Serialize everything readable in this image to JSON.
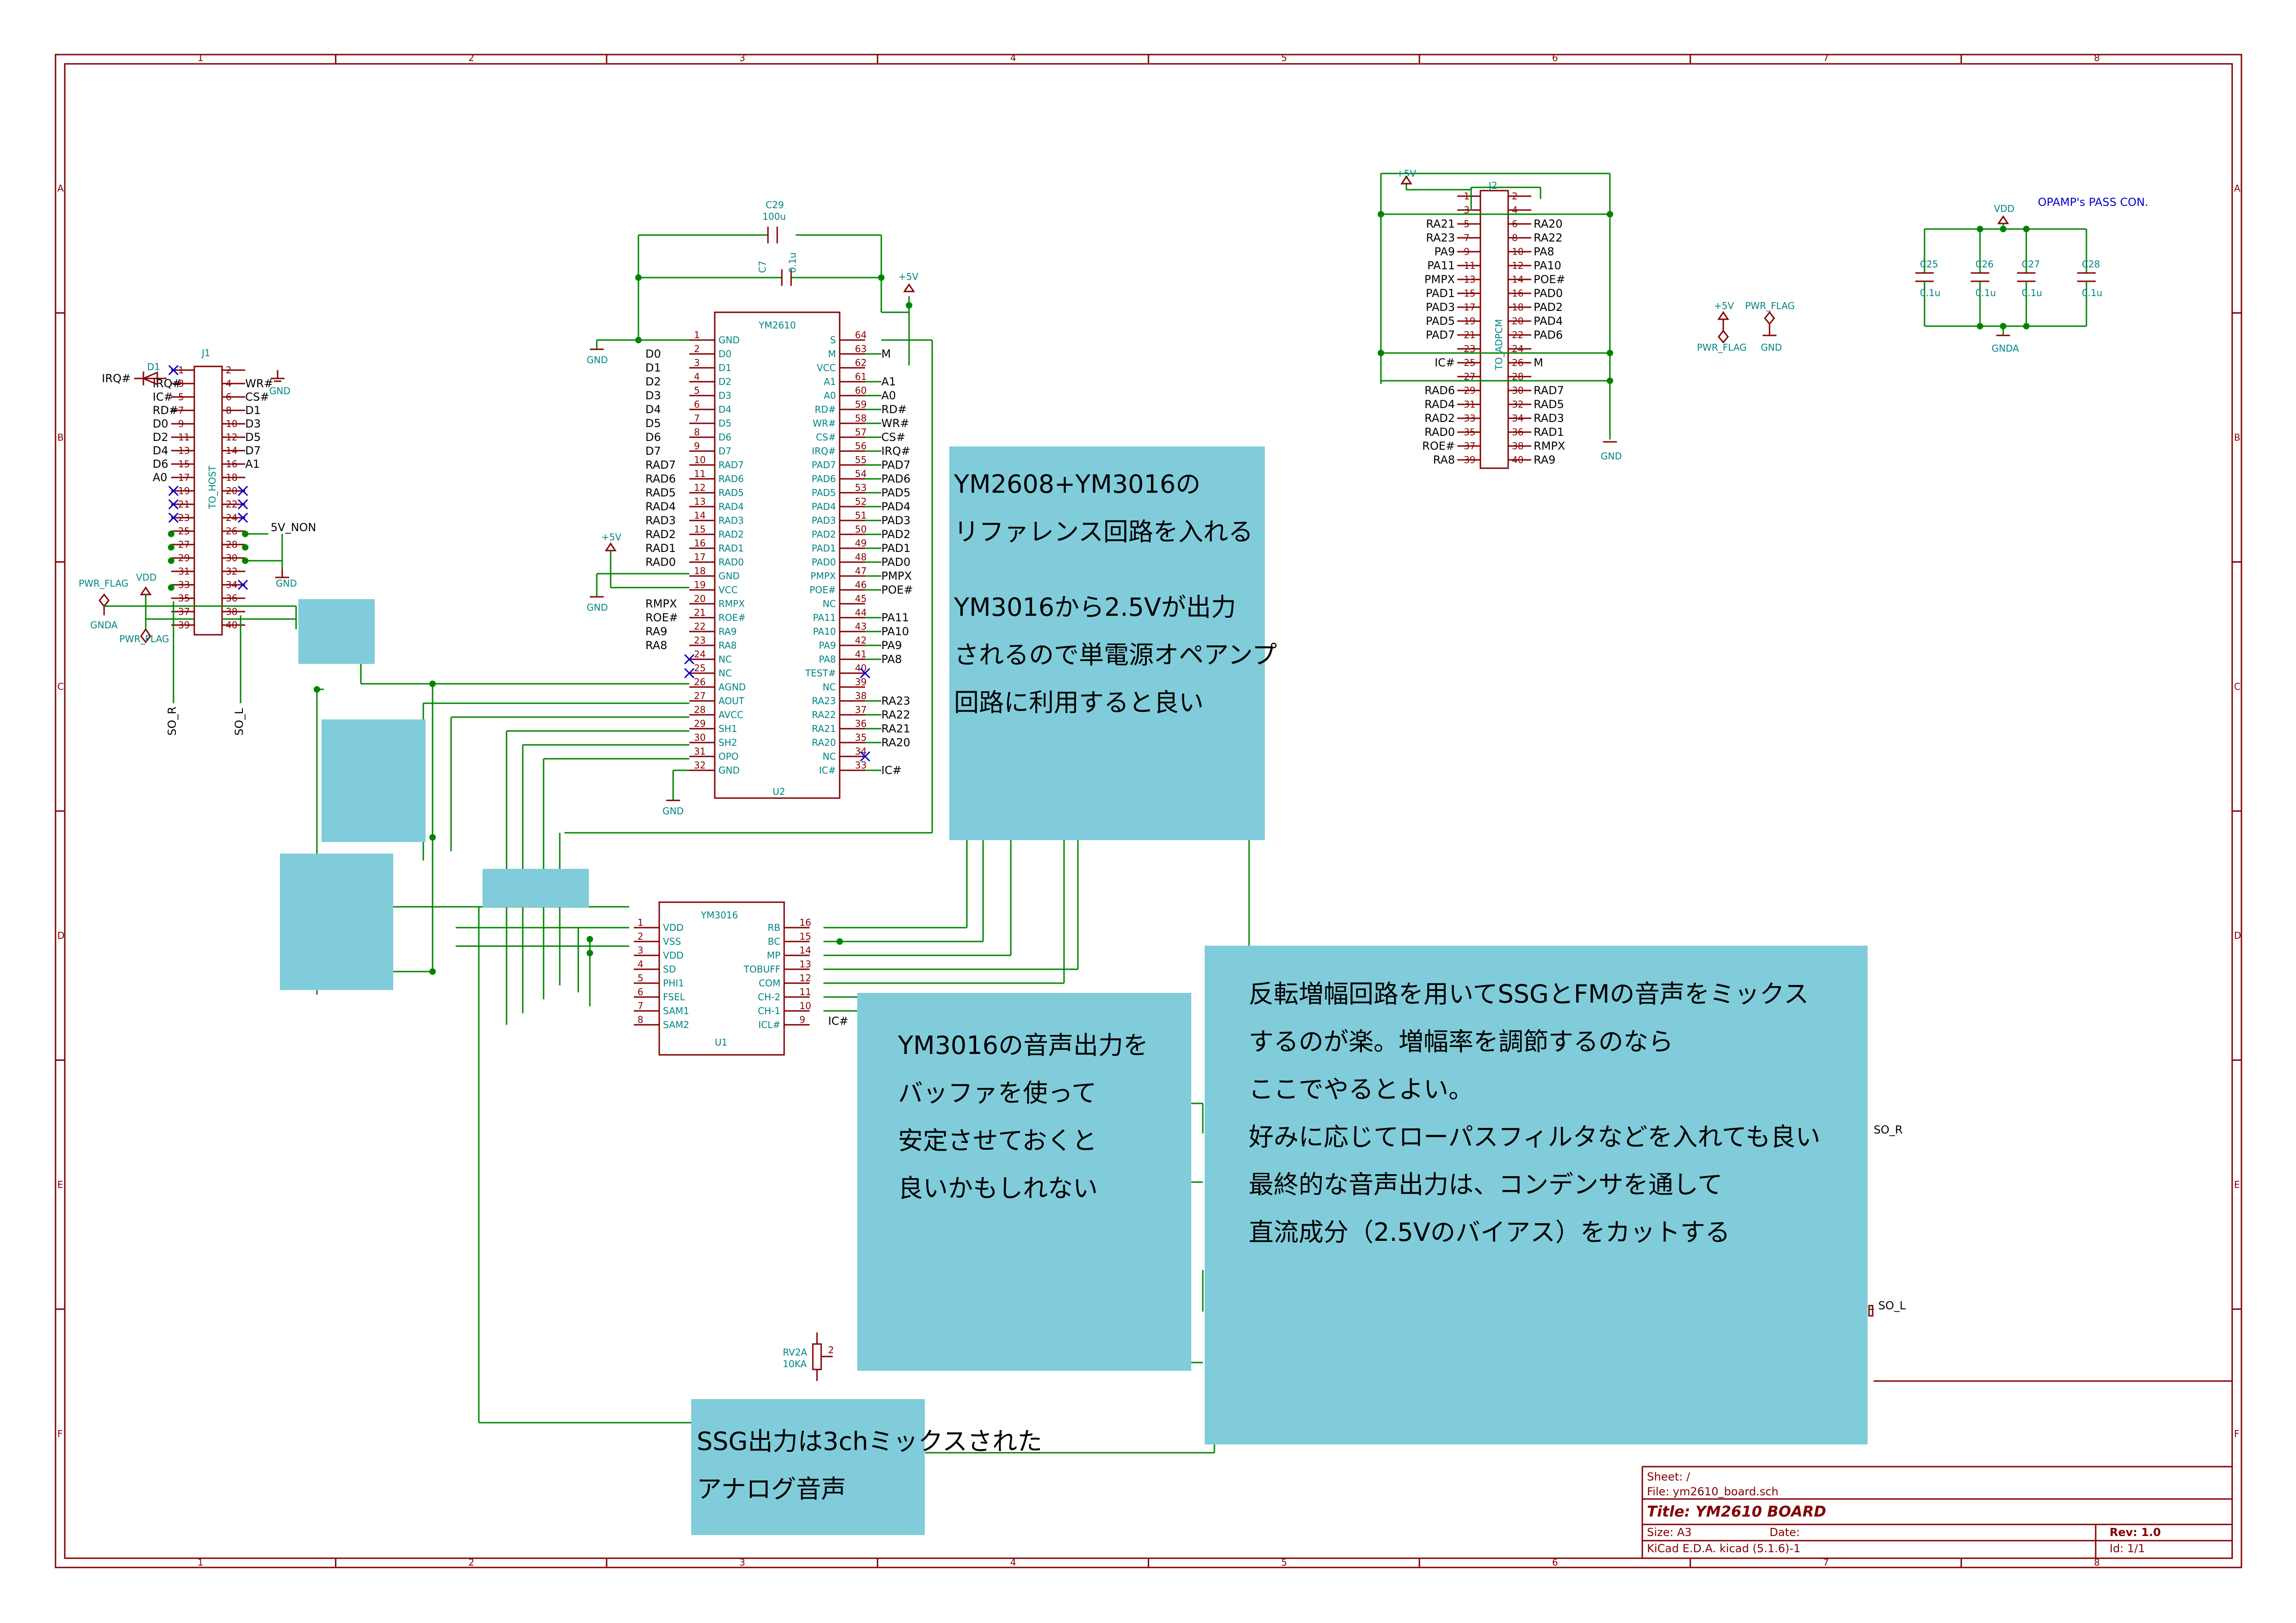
{
  "sheet": {
    "title": "Title: YM2610 BOARD",
    "sheet_name": "Sheet: /",
    "file": "File: ym2610_board.sch",
    "size": "Size: A3",
    "date": "Date:",
    "rev": "Rev: 1.0",
    "app": "KiCad E.D.A.  kicad (5.1.6)-1",
    "id": "Id: 1/1"
  },
  "zones": {
    "columns": [
      "1",
      "2",
      "3",
      "4",
      "5",
      "6",
      "7",
      "8"
    ],
    "rows": [
      "A",
      "B",
      "C",
      "D",
      "E",
      "F"
    ]
  },
  "notes": {
    "ref_circuit": [
      "YM2608+YM3016の",
      "リファレンス回路を入れる",
      "",
      "YM3016から2.5Vが出力",
      "されるので単電源オペアンプ",
      "回路に利用すると良い"
    ],
    "buffer": [
      "YM3016の音声出力を",
      "バッファを使って",
      "安定させておくと",
      "良いかもしれない"
    ],
    "mix": [
      "反転増幅回路を用いてSSGとFMの音声をミックス",
      "するのが楽。増幅率を調節するのなら",
      "ここでやるとよい。",
      "好みに応じてローパスフィルタなどを入れても良い",
      "最終的な音声出力は、コンデンサを通して",
      "直流成分（2.5Vのバイアス）をカットする"
    ],
    "ssg": [
      "SSG出力は3chミックスされた",
      "アナログ音声"
    ]
  },
  "u2": {
    "ref": "U2",
    "value": "YM2610",
    "left_pins": [
      {
        "num": "1",
        "name": "GND",
        "net": ""
      },
      {
        "num": "2",
        "name": "D0",
        "net": "D0"
      },
      {
        "num": "3",
        "name": "D1",
        "net": "D1"
      },
      {
        "num": "4",
        "name": "D2",
        "net": "D2"
      },
      {
        "num": "5",
        "name": "D3",
        "net": "D3"
      },
      {
        "num": "6",
        "name": "D4",
        "net": "D4"
      },
      {
        "num": "7",
        "name": "D5",
        "net": "D5"
      },
      {
        "num": "8",
        "name": "D6",
        "net": "D6"
      },
      {
        "num": "9",
        "name": "D7",
        "net": "D7"
      },
      {
        "num": "10",
        "name": "RAD7",
        "net": "RAD7"
      },
      {
        "num": "11",
        "name": "RAD6",
        "net": "RAD6"
      },
      {
        "num": "12",
        "name": "RAD5",
        "net": "RAD5"
      },
      {
        "num": "13",
        "name": "RAD4",
        "net": "RAD4"
      },
      {
        "num": "14",
        "name": "RAD3",
        "net": "RAD3"
      },
      {
        "num": "15",
        "name": "RAD2",
        "net": "RAD2"
      },
      {
        "num": "16",
        "name": "RAD1",
        "net": "RAD1"
      },
      {
        "num": "17",
        "name": "RAD0",
        "net": "RAD0"
      },
      {
        "num": "18",
        "name": "GND",
        "net": ""
      },
      {
        "num": "19",
        "name": "VCC",
        "net": ""
      },
      {
        "num": "20",
        "name": "RMPX",
        "net": "RMPX"
      },
      {
        "num": "21",
        "name": "ROE#",
        "net": "ROE#"
      },
      {
        "num": "22",
        "name": "RA9",
        "net": "RA9"
      },
      {
        "num": "23",
        "name": "RA8",
        "net": "RA8"
      },
      {
        "num": "24",
        "name": "NC",
        "net": ""
      },
      {
        "num": "25",
        "name": "NC",
        "net": ""
      },
      {
        "num": "26",
        "name": "AGND",
        "net": ""
      },
      {
        "num": "27",
        "name": "AOUT",
        "net": ""
      },
      {
        "num": "28",
        "name": "AVCC",
        "net": ""
      },
      {
        "num": "29",
        "name": "SH1",
        "net": ""
      },
      {
        "num": "30",
        "name": "SH2",
        "net": ""
      },
      {
        "num": "31",
        "name": "OPO",
        "net": ""
      },
      {
        "num": "32",
        "name": "GND",
        "net": ""
      }
    ],
    "right_pins": [
      {
        "num": "64",
        "name": "S",
        "net": ""
      },
      {
        "num": "63",
        "name": "M",
        "net": "M"
      },
      {
        "num": "62",
        "name": "VCC",
        "net": ""
      },
      {
        "num": "61",
        "name": "A1",
        "net": "A1"
      },
      {
        "num": "60",
        "name": "A0",
        "net": "A0"
      },
      {
        "num": "59",
        "name": "RD#",
        "net": "RD#"
      },
      {
        "num": "58",
        "name": "WR#",
        "net": "WR#"
      },
      {
        "num": "57",
        "name": "CS#",
        "net": "CS#"
      },
      {
        "num": "56",
        "name": "IRQ#",
        "net": "IRQ#"
      },
      {
        "num": "55",
        "name": "PAD7",
        "net": "PAD7"
      },
      {
        "num": "54",
        "name": "PAD6",
        "net": "PAD6"
      },
      {
        "num": "53",
        "name": "PAD5",
        "net": "PAD5"
      },
      {
        "num": "52",
        "name": "PAD4",
        "net": "PAD4"
      },
      {
        "num": "51",
        "name": "PAD3",
        "net": "PAD3"
      },
      {
        "num": "50",
        "name": "PAD2",
        "net": "PAD2"
      },
      {
        "num": "49",
        "name": "PAD1",
        "net": "PAD1"
      },
      {
        "num": "48",
        "name": "PAD0",
        "net": "PAD0"
      },
      {
        "num": "47",
        "name": "PMPX",
        "net": "PMPX"
      },
      {
        "num": "46",
        "name": "POE#",
        "net": "POE#"
      },
      {
        "num": "45",
        "name": "NC",
        "net": ""
      },
      {
        "num": "44",
        "name": "PA11",
        "net": "PA11"
      },
      {
        "num": "43",
        "name": "PA10",
        "net": "PA10"
      },
      {
        "num": "42",
        "name": "PA9",
        "net": "PA9"
      },
      {
        "num": "41",
        "name": "PA8",
        "net": "PA8"
      },
      {
        "num": "40",
        "name": "TEST#",
        "net": ""
      },
      {
        "num": "39",
        "name": "NC",
        "net": ""
      },
      {
        "num": "38",
        "name": "RA23",
        "net": "RA23"
      },
      {
        "num": "37",
        "name": "RA22",
        "net": "RA22"
      },
      {
        "num": "36",
        "name": "RA21",
        "net": "RA21"
      },
      {
        "num": "35",
        "name": "RA20",
        "net": "RA20"
      },
      {
        "num": "34",
        "name": "NC",
        "net": ""
      },
      {
        "num": "33",
        "name": "IC#",
        "net": "IC#"
      }
    ]
  },
  "u1": {
    "ref": "U1",
    "value": "YM3016",
    "left_pins": [
      {
        "num": "1",
        "name": "VDD"
      },
      {
        "num": "2",
        "name": "VSS"
      },
      {
        "num": "3",
        "name": "VDD"
      },
      {
        "num": "4",
        "name": "SD"
      },
      {
        "num": "5",
        "name": "PHI1"
      },
      {
        "num": "6",
        "name": "FSEL"
      },
      {
        "num": "7",
        "name": "SAM1"
      },
      {
        "num": "8",
        "name": "SAM2"
      }
    ],
    "right_pins": [
      {
        "num": "16",
        "name": "RB"
      },
      {
        "num": "15",
        "name": "BC"
      },
      {
        "num": "14",
        "name": "MP"
      },
      {
        "num": "13",
        "name": "TOBUFF"
      },
      {
        "num": "12",
        "name": "COM"
      },
      {
        "num": "11",
        "name": "CH-2"
      },
      {
        "num": "10",
        "name": "CH-1"
      },
      {
        "num": "9",
        "name": "ICL#"
      }
    ],
    "ic_net": "IC#"
  },
  "j1": {
    "ref": "J1",
    "value": "TO_HOST",
    "left_nets": [
      "IRQ#",
      "IC#",
      "RD#",
      "D0",
      "D2",
      "D4",
      "D6",
      "A0",
      "",
      "",
      "",
      "",
      "",
      "",
      "",
      "",
      "",
      "",
      ""
    ],
    "right_nets": [
      "",
      "WR#",
      "CS#",
      "D1",
      "D3",
      "D5",
      "D7",
      "A1",
      "",
      "",
      "",
      "",
      "5V_NON",
      "",
      "",
      "",
      "",
      "",
      ""
    ],
    "odd_pins": [
      "1",
      "3",
      "5",
      "7",
      "9",
      "11",
      "13",
      "15",
      "17",
      "19",
      "21",
      "23",
      "25",
      "27",
      "29",
      "31",
      "33",
      "35",
      "37",
      "39"
    ],
    "even_pins": [
      "2",
      "4",
      "6",
      "8",
      "10",
      "12",
      "14",
      "16",
      "18",
      "20",
      "22",
      "24",
      "26",
      "28",
      "30",
      "32",
      "34",
      "36",
      "38",
      "40"
    ],
    "d1": "D1",
    "so_r": "SO_R",
    "so_l": "SO_L"
  },
  "j2": {
    "ref": "J2",
    "value": "TO_ADPCM",
    "odd_pins": [
      "1",
      "3",
      "5",
      "7",
      "9",
      "11",
      "13",
      "15",
      "17",
      "19",
      "21",
      "23",
      "25",
      "27",
      "29",
      "31",
      "33",
      "35",
      "37",
      "39"
    ],
    "even_pins": [
      "2",
      "4",
      "6",
      "8",
      "10",
      "12",
      "14",
      "16",
      "18",
      "20",
      "22",
      "24",
      "26",
      "28",
      "30",
      "32",
      "34",
      "36",
      "38",
      "40"
    ],
    "left_nets": [
      "",
      "",
      "RA21",
      "RA23",
      "PA9",
      "PA11",
      "PMPX",
      "PAD1",
      "PAD3",
      "PAD5",
      "PAD7",
      "",
      "IC#",
      "",
      "RAD6",
      "RAD4",
      "RAD2",
      "RAD0",
      "ROE#",
      "RA8"
    ],
    "right_nets": [
      "",
      "",
      "RA20",
      "RA22",
      "PA8",
      "PA10",
      "POE#",
      "PAD0",
      "PAD2",
      "PAD4",
      "PAD6",
      "",
      "M",
      "",
      "RAD7",
      "RAD5",
      "RAD3",
      "RAD1",
      "RMPX",
      "RA9"
    ]
  },
  "power": {
    "gnd": "GND",
    "gnda": "GNDA",
    "vdd": "VDD",
    "p5v": "+5V",
    "pwr_flag": "PWR_FLAG"
  },
  "caps": {
    "c29": {
      "ref": "C29",
      "value": "100u"
    },
    "c7": {
      "ref": "C7",
      "value": "0.1u"
    },
    "c25": {
      "ref": "C25",
      "value": "0.1u"
    },
    "c26": {
      "ref": "C26",
      "value": "0.1u"
    },
    "c27": {
      "ref": "C27",
      "value": "0.1u"
    },
    "c28": {
      "ref": "C28",
      "value": "0.1u"
    },
    "opamp_note": "OPAMP's PASS CON."
  },
  "rv2": {
    "ref": "RV2A",
    "value": "10KA",
    "pin2": "2"
  },
  "outputs": {
    "so_r": "SO_R",
    "so_l": "SO_L"
  }
}
